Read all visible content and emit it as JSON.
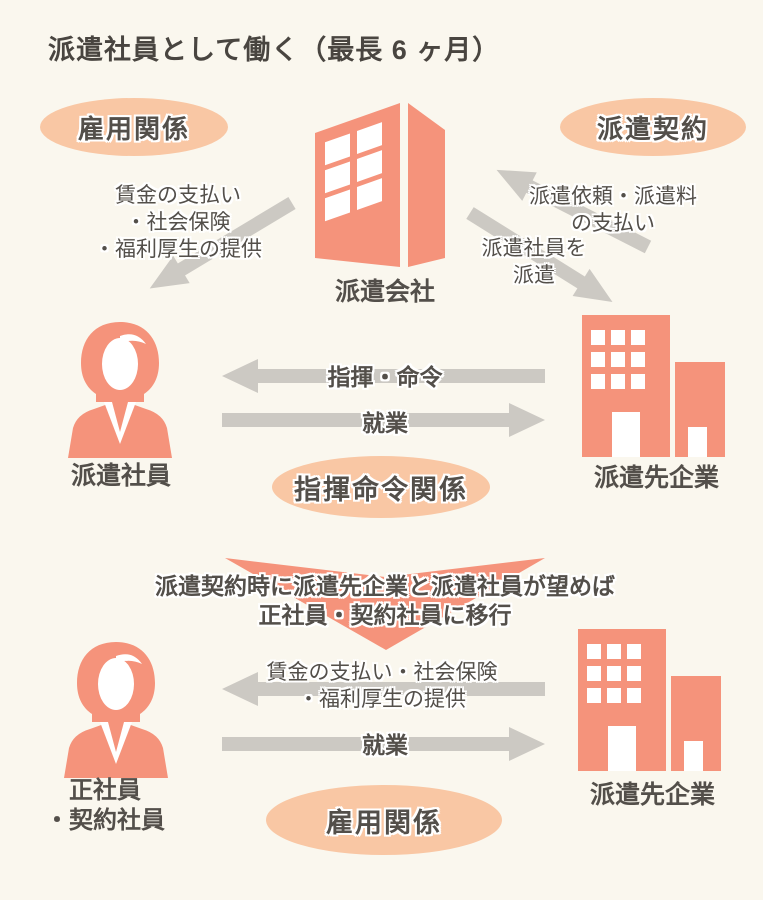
{
  "title": "派遣社員として働く（最長 6 ヶ月）",
  "badges": {
    "employment_top": "雇用関係",
    "dispatch_contract": "派遣契約",
    "command_relation": "指揮命令関係",
    "employment_bottom": "雇用関係"
  },
  "nodes": {
    "dispatch_company": "派遣会社",
    "dispatch_worker": "派遣社員",
    "client_company_mid": "派遣先企業",
    "client_company_bottom": "派遣先企業",
    "regular_worker_line1": "正社員",
    "regular_worker_line2": "・契約社員"
  },
  "edge_labels": {
    "wages_top": [
      "賃金の支払い",
      "・社会保険",
      "・福利厚生の提供"
    ],
    "dispatch_request": [
      "派遣依頼・派遣料",
      "の支払い"
    ],
    "dispatch_send": [
      "派遣社員を",
      "派遣"
    ],
    "command": "指揮・命令",
    "work_mid": "就業",
    "transition": [
      "派遣契約時に派遣先企業と派遣社員が望めば",
      "正社員・契約社員に移行"
    ],
    "wages_bottom": [
      "賃金の支払い・社会保険",
      "・福利厚生の提供"
    ],
    "work_bottom": "就業"
  },
  "colors": {
    "background": "#FAF7EE",
    "salmon": "#F5937B",
    "oval_fill": "#F9C7A4",
    "arrow_gray": "#CCC9C3",
    "text_dark": "#534F4A"
  }
}
